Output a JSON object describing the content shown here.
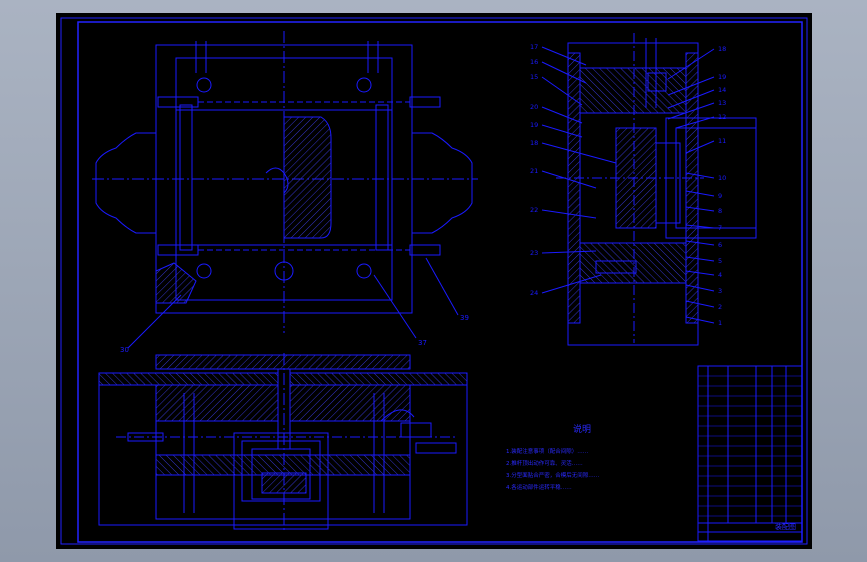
{
  "drawing": {
    "notes_title": "说明",
    "notes": [
      "1.装配注意事项（配合间隙）……",
      "2.推杆顶出动作可靠、灵活……",
      "3.分型面贴合严密，合模后无间隙……",
      "4.各运动部件运转平稳……"
    ],
    "callouts_main": [
      "30",
      "37",
      "39"
    ],
    "callouts_left": [
      "17",
      "16",
      "15",
      "20",
      "19",
      "18",
      "21",
      "22",
      "23",
      "24"
    ],
    "callouts_right": [
      "18",
      "19",
      "14",
      "13",
      "12",
      "11",
      "10",
      "9",
      "8",
      "7",
      "6",
      "5",
      "4",
      "3",
      "2",
      "1"
    ],
    "title_block": {
      "title_label": "装配图"
    }
  },
  "colors": {
    "line": "#1a1aff",
    "hatch": "#3535c8",
    "paper": "#000000",
    "frame": "#2222ff"
  }
}
